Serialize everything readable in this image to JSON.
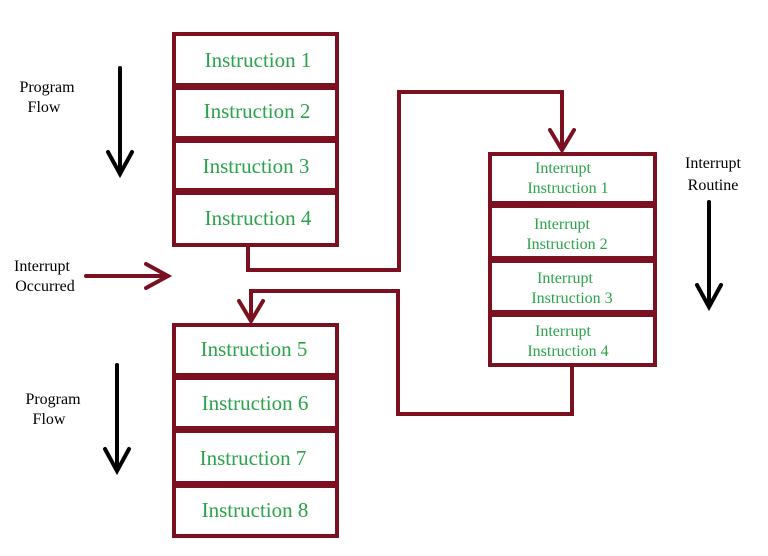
{
  "colors": {
    "box_border": "#7b1020",
    "instruction_text": "#2aa34a",
    "arrow_black": "#000000",
    "arrow_red": "#7b1020"
  },
  "main_block_top": {
    "instructions": [
      "Instruction 1",
      "Instruction 2",
      "Instruction 3",
      "Instruction 4"
    ]
  },
  "main_block_bottom": {
    "instructions": [
      "Instruction 5",
      "Instruction 6",
      "Instruction 7",
      "Instruction 8"
    ]
  },
  "interrupt_block": {
    "instructions": [
      [
        "Interrupt",
        "Instruction 1"
      ],
      [
        "Interrupt",
        "Instruction  2"
      ],
      [
        "Interrupt",
        "Instruction  3"
      ],
      [
        "Interrupt",
        "Instruction  4"
      ]
    ]
  },
  "labels": {
    "program_flow_top": [
      "Program",
      "Flow"
    ],
    "program_flow_bottom": [
      "Program",
      "Flow"
    ],
    "interrupt_occurred": [
      "Interrupt",
      "Occurred"
    ],
    "interrupt_routine": [
      "Interrupt",
      "Routine"
    ]
  }
}
